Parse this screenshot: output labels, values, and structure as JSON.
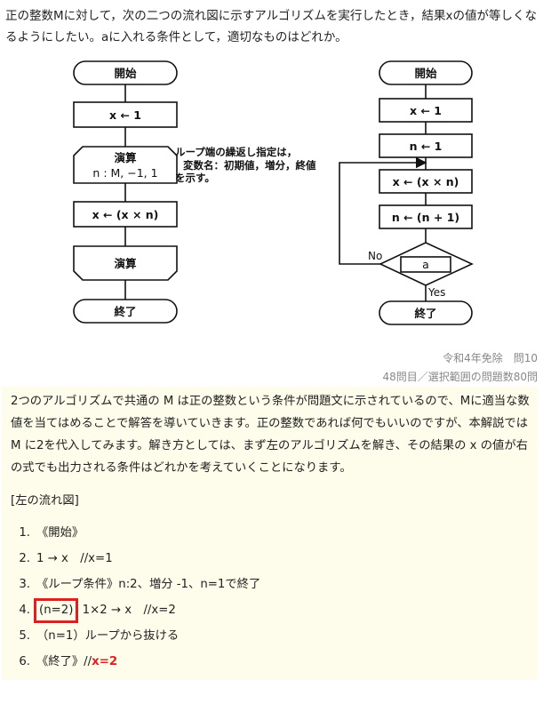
{
  "question": "正の整数Mに対して，次の二つの流れ図に示すアルゴリズムを実行したとき，結果xの値が等しくなるようにしたい。aに入れる条件として，適切なものはどれか。",
  "left_flow": {
    "start": "開始",
    "init": "x ← 1",
    "loop_name": "演算",
    "loop_spec": "n : M,  −1,  1",
    "body": "x ← (x × n)",
    "loop_end": "演算",
    "end": "終了"
  },
  "note": {
    "line1": "ループ端の繰返し指定は，",
    "line2": "変数名：初期値，増分，終値",
    "line3": "を示す。"
  },
  "right_flow": {
    "start": "開始",
    "init_x": "x ← 1",
    "init_n": "n ← 1",
    "body": "x ← (x × n)",
    "incr": "n ← (n + 1)",
    "cond": "a",
    "no_label": "No",
    "yes_label": "Yes",
    "end": "終了"
  },
  "source": {
    "line1": "令和4年免除　問10",
    "line2": "48問目／選択範囲の問題数80問"
  },
  "explanation": {
    "intro": "2つのアルゴリズムで共通の M は正の整数という条件が問題文に示されているので、Mに適当な数値を当てはめることで解答を導いていきます。正の整数であれば何でもいいのですが、本解説では M に2を代入してみます。解き方としては、まず左のアルゴリズムを解き、その結果の x の値が右の式でも出力される条件はどれかを考えていくことになります。",
    "heading": "[左の流れ図]",
    "steps": [
      {
        "num": "1.",
        "text": "《開始》"
      },
      {
        "num": "2.",
        "text": "1 → x　//x=1"
      },
      {
        "num": "3.",
        "text": "《ループ条件》n:2、増分 -1、n=1で終了"
      },
      {
        "num": "4.",
        "boxed": "(n=2)",
        "text": " 1×2 → x　//x=2"
      },
      {
        "num": "5.",
        "text": "（n=1）ループから抜ける"
      },
      {
        "num": "6.",
        "text": "《終了》//",
        "highlight": "x=2"
      }
    ]
  }
}
